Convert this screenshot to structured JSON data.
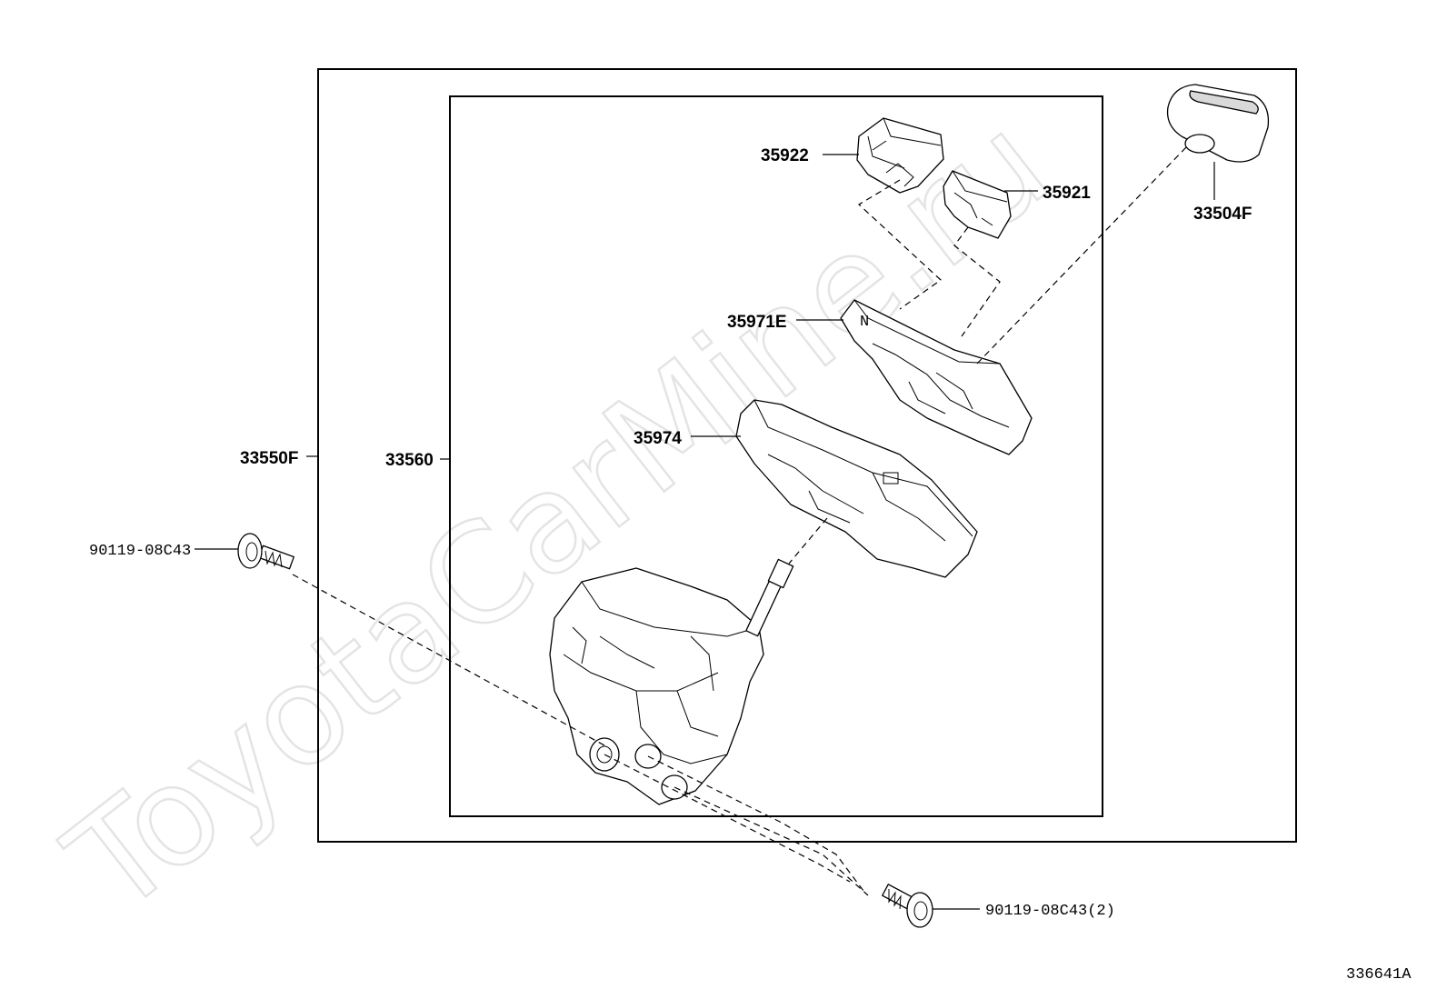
{
  "watermark": "ToyotaCarMine.ru",
  "labels": {
    "p35922": "35922",
    "p35921": "35921",
    "p33504F": "33504F",
    "p35971E": "35971E",
    "p35974": "35974",
    "p33550F": "33550F",
    "p33560": "33560",
    "bolt1": "90119-08C43",
    "bolt2": "90119-08C43(2)",
    "diagram_id": "336641A"
  }
}
